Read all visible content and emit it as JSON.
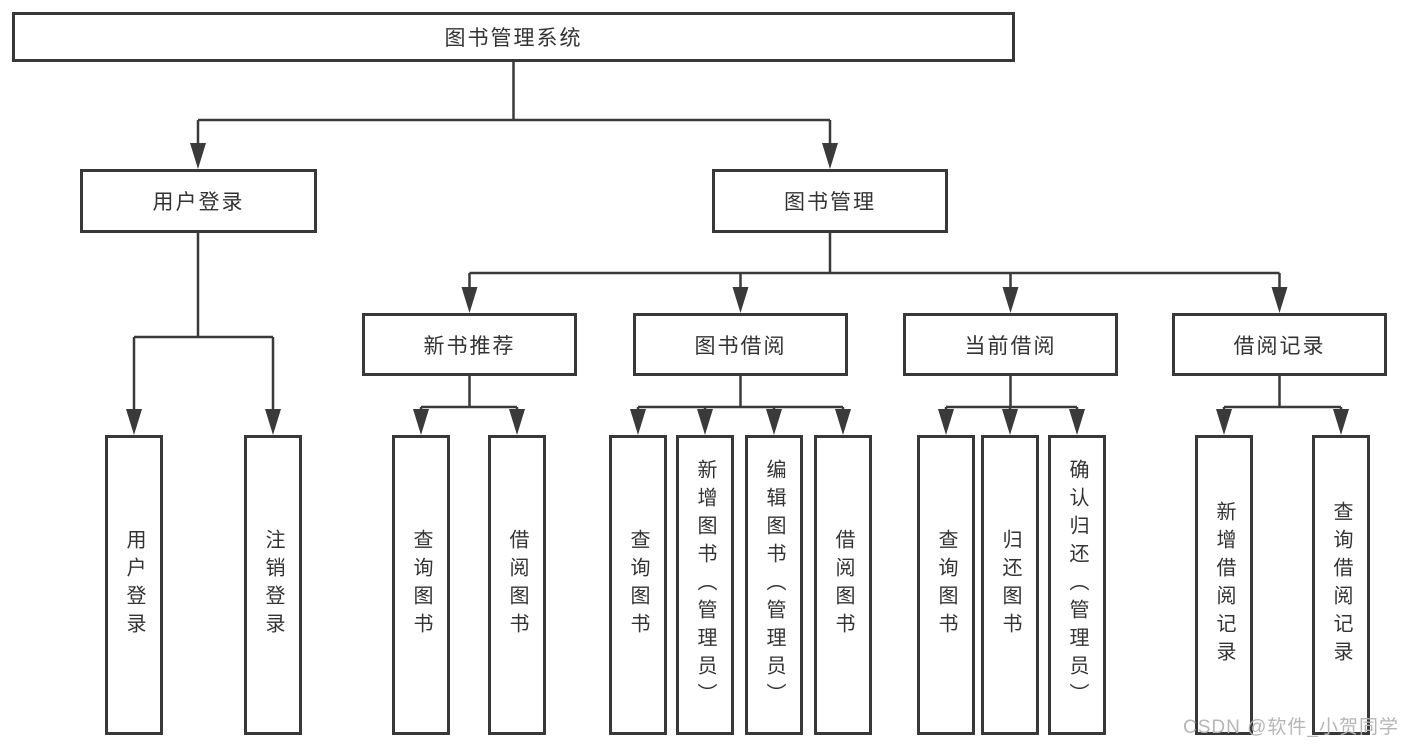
{
  "diagram": {
    "tree": {
      "label": "图书管理系统",
      "children": [
        {
          "label": "用户登录",
          "children": [
            {
              "label": "用户登录"
            },
            {
              "label": "注销登录"
            }
          ]
        },
        {
          "label": "图书管理",
          "children": [
            {
              "label": "新书推荐",
              "children": [
                {
                  "label": "查询图书"
                },
                {
                  "label": "借阅图书"
                }
              ]
            },
            {
              "label": "图书借阅",
              "children": [
                {
                  "label": "查询图书"
                },
                {
                  "label": "新增图书（管理员）"
                },
                {
                  "label": "编辑图书（管理员）"
                },
                {
                  "label": "借阅图书"
                }
              ]
            },
            {
              "label": "当前借阅",
              "children": [
                {
                  "label": "查询图书"
                },
                {
                  "label": "归还图书"
                },
                {
                  "label": "确认归还（管理员）"
                }
              ]
            },
            {
              "label": "借阅记录",
              "children": [
                {
                  "label": "新增借阅记录"
                },
                {
                  "label": "查询借阅记录"
                }
              ]
            }
          ]
        }
      ]
    },
    "colors": {
      "line": "#3a3a3a",
      "box_border": "#383838",
      "text": "#333333",
      "watermark": "#b6b6b6",
      "background": "#ffffff"
    }
  },
  "watermark": {
    "text": "CSDN @软件_小贺同学"
  }
}
